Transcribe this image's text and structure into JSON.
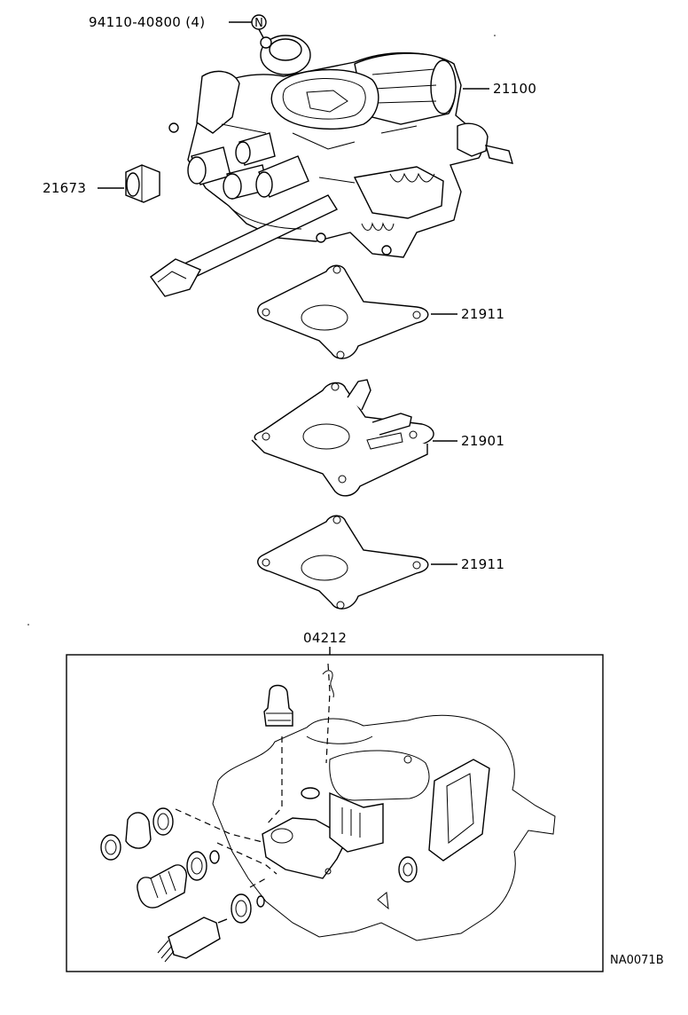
{
  "parts": {
    "bolt": {
      "number": "94110-40800 (4)",
      "badge": "N"
    },
    "carburetor": {
      "number": "21100"
    },
    "nut": {
      "number": "21673"
    },
    "gasket_upper": {
      "number": "21911"
    },
    "insulator": {
      "number": "21901"
    },
    "gasket_lower": {
      "number": "21911"
    },
    "gasket_kit": {
      "number": "04212"
    }
  },
  "drawing_code": "NA0071B"
}
